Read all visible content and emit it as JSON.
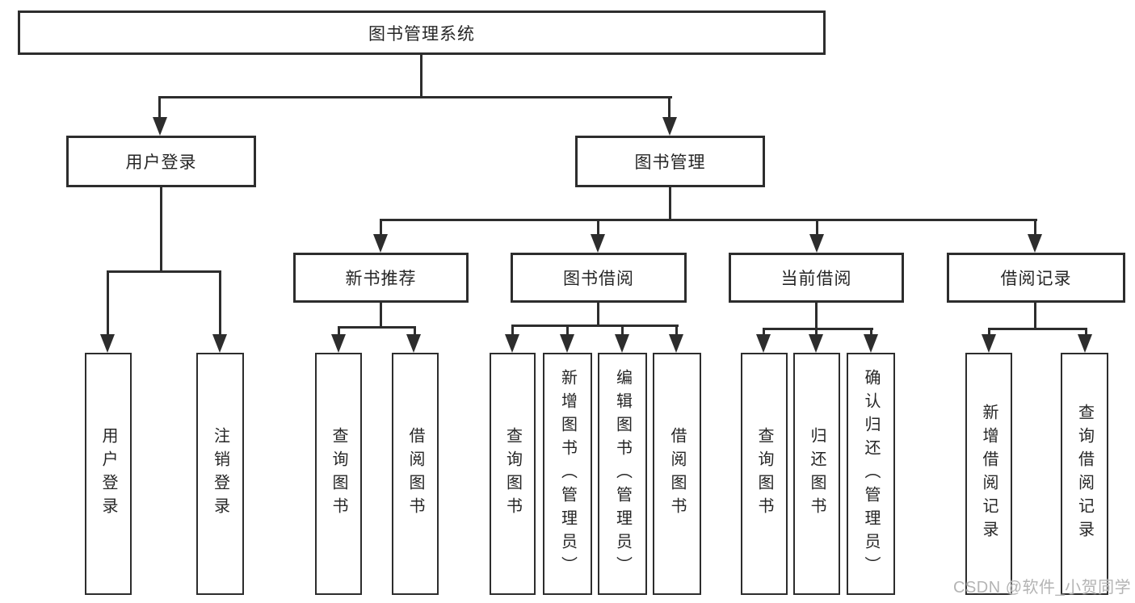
{
  "diagram": {
    "root": "图书管理系统",
    "watermark": "CSDN @软件_小贺同学",
    "branches": [
      {
        "label": "用户登录",
        "children": [
          "用户登录",
          "注销登录"
        ]
      },
      {
        "label": "图书管理",
        "groups": [
          {
            "label": "新书推荐",
            "children": [
              "查询图书",
              "借阅图书"
            ]
          },
          {
            "label": "图书借阅",
            "children": [
              "查询图书",
              "新增图书（管理员）",
              "编辑图书（管理员）",
              "借阅图书"
            ]
          },
          {
            "label": "当前借阅",
            "children": [
              "查询图书",
              "归还图书",
              "确认归还（管理员）"
            ]
          },
          {
            "label": "借阅记录",
            "children": [
              "新增借阅记录",
              "查询借阅记录"
            ]
          }
        ]
      }
    ]
  }
}
